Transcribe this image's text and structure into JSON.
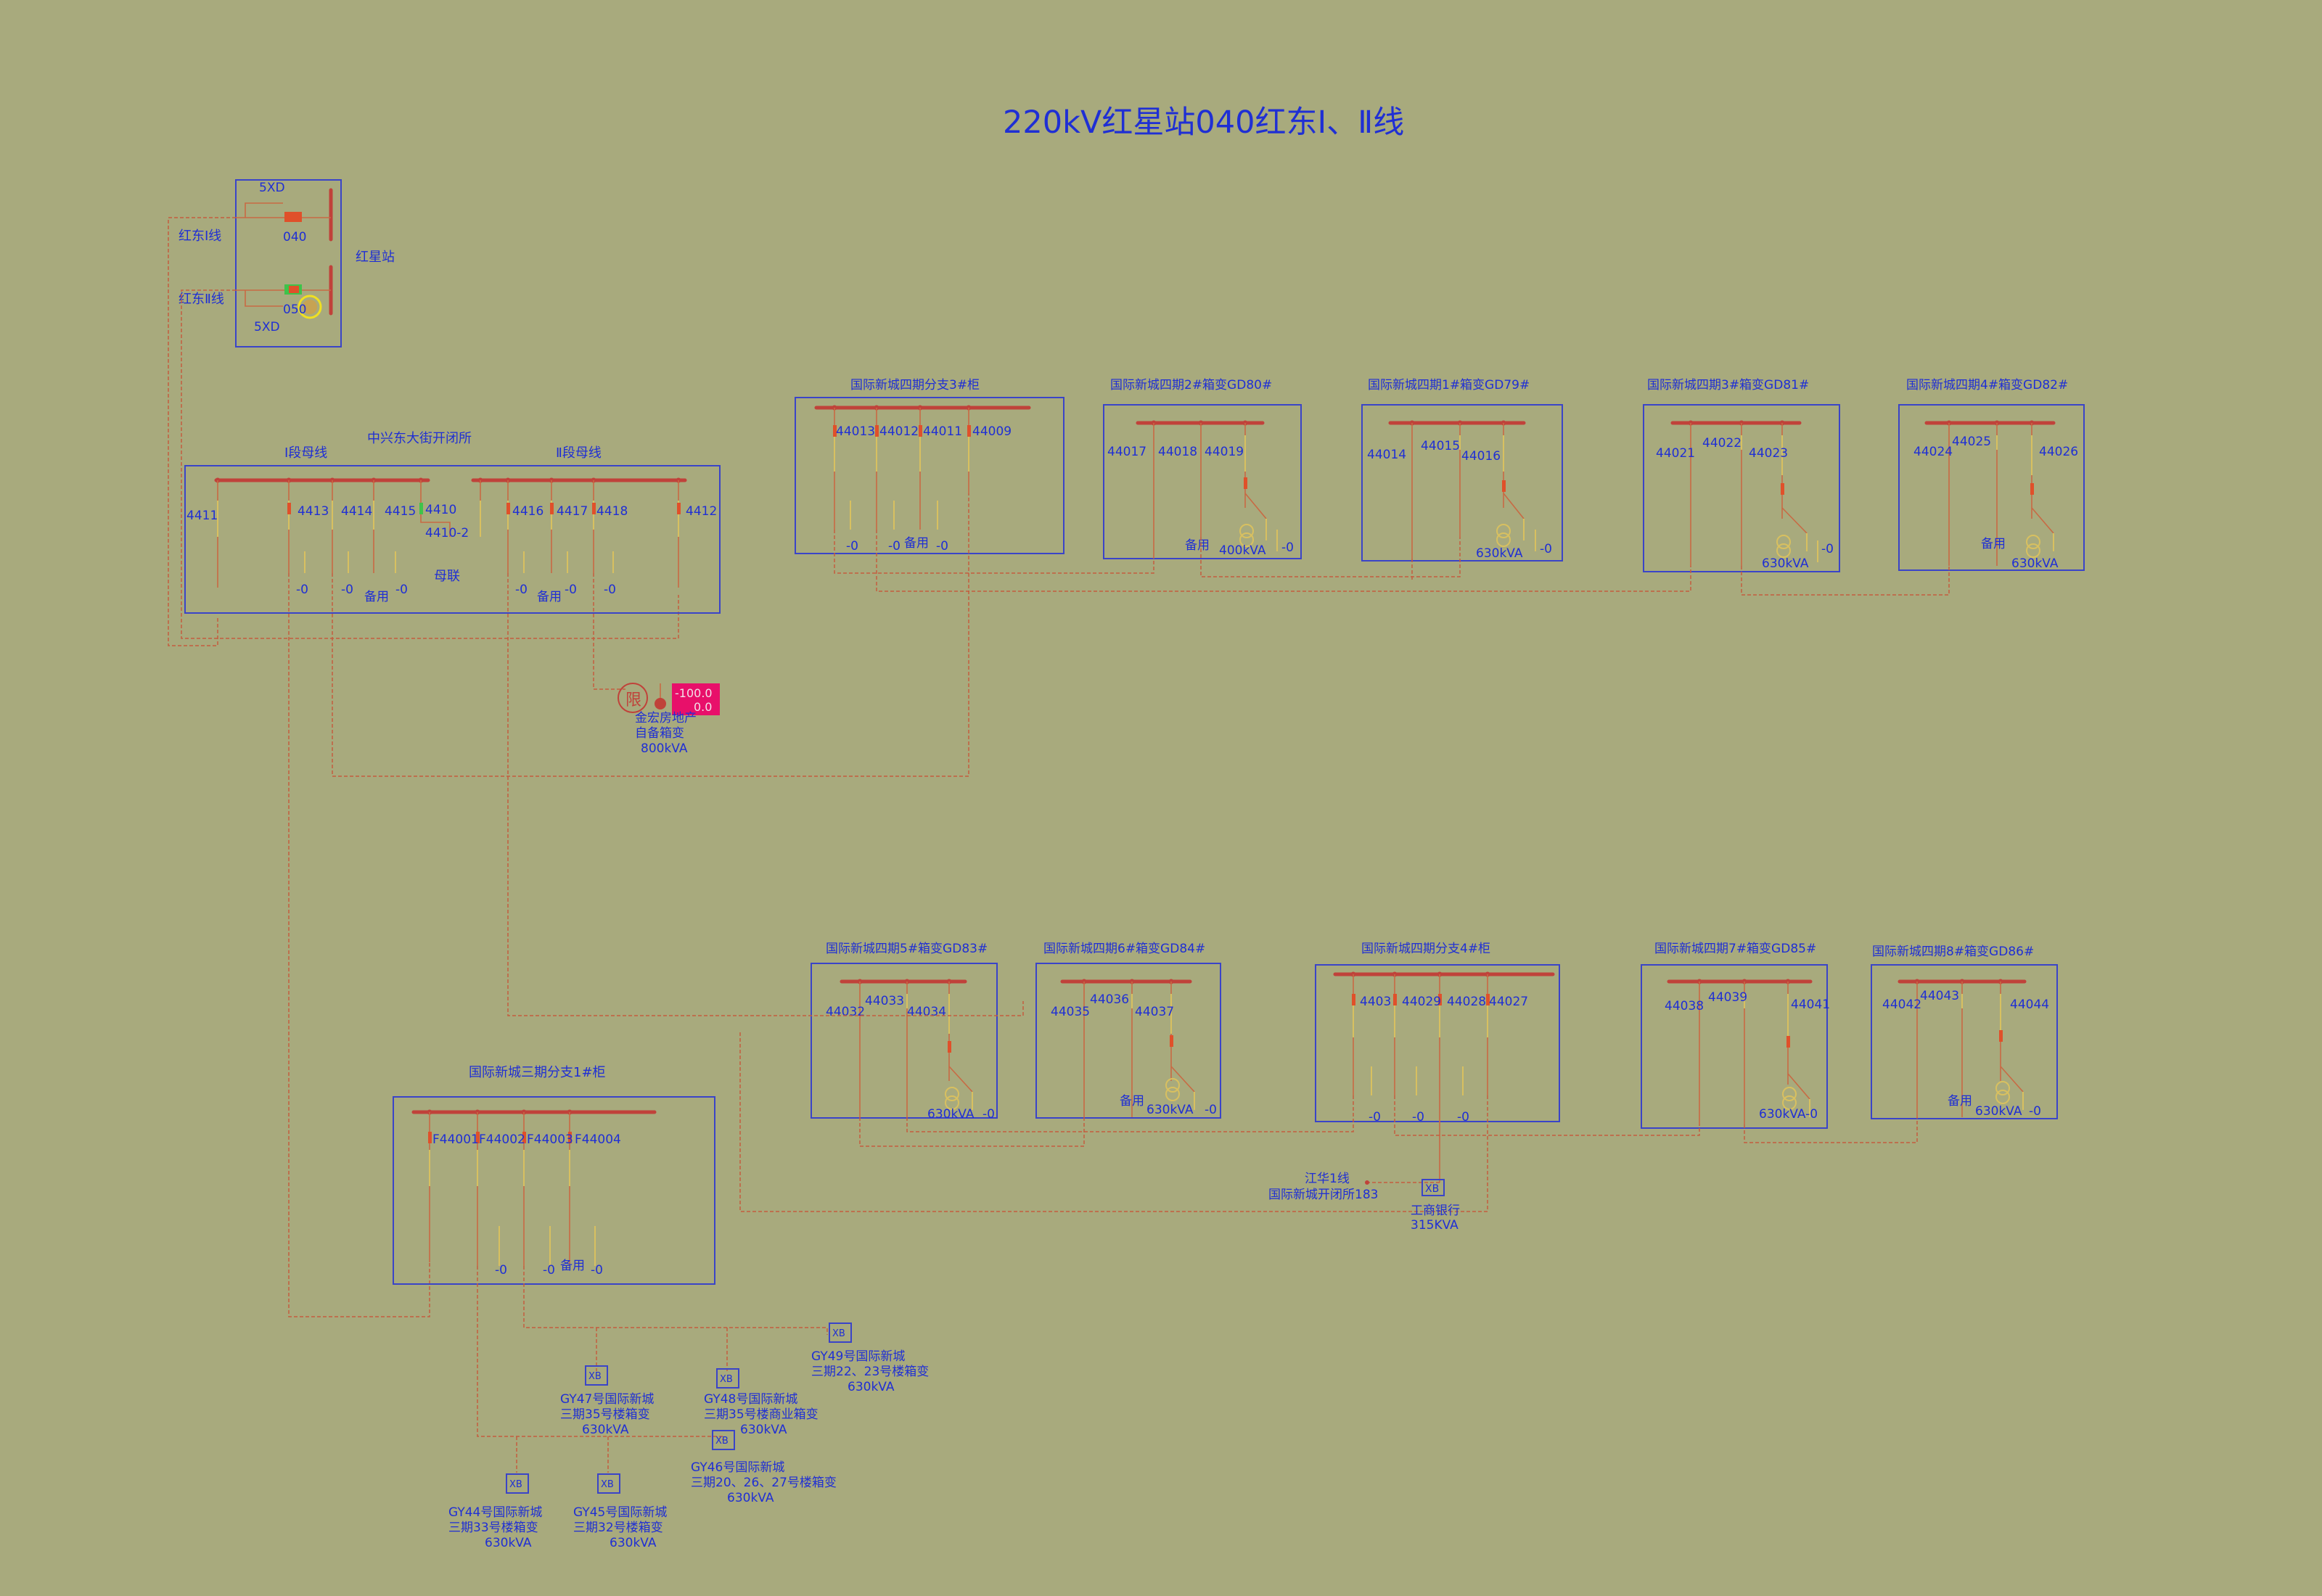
{
  "title": "220kV红星站040红东Ⅰ、Ⅱ线",
  "colors": {
    "background": "#a8aa7d",
    "label": "#1f2fd4",
    "frame": "#3a44c8",
    "busbar": "#c0423a",
    "feeder": "#c86a44",
    "breaker": "#e0502a",
    "connection": "#c45c3e",
    "equipment": "#d8c060",
    "alarm": "#e8106a"
  },
  "source_station": {
    "name": "红星站",
    "lines": [
      {
        "line": "红东Ⅰ线",
        "breaker": "040",
        "relay": "5XD"
      },
      {
        "line": "红东Ⅱ线",
        "breaker": "050",
        "relay": "5XD"
      }
    ]
  },
  "switch_station": {
    "name": "中兴东大街开闭所",
    "bus_1": "Ⅰ段母线",
    "bus_2": "Ⅱ段母线",
    "bus_coupler": "母联",
    "bays": [
      "4411",
      "4413",
      "4414",
      "4415",
      "4410",
      "4410-2",
      "4416",
      "4417",
      "4418",
      "4412"
    ],
    "marks": [
      "-0",
      "-0",
      "-0",
      "-0",
      "-0",
      "-0",
      "备用",
      "备用"
    ]
  },
  "private_transformer": {
    "name": "金宏房地产",
    "type": "自备箱变",
    "capacity": "800kVA",
    "alarm_value_1": "-100.0",
    "alarm_value_2": "0.0",
    "tag": "限"
  },
  "upper_cabinets": [
    {
      "name": "国际新城四期分支3#柜",
      "bays": [
        "44013",
        "44012",
        "44011",
        "44009"
      ],
      "marks": [
        "-0",
        "-0",
        "备用",
        "-0"
      ]
    },
    {
      "name": "国际新城四期2#箱变GD80#",
      "bays": [
        "44017",
        "44018",
        "44019"
      ],
      "spare": "备用",
      "capacity": "400kVA",
      "mark": "-0"
    },
    {
      "name": "国际新城四期1#箱变GD79#",
      "bays": [
        "44014",
        "44015",
        "44016"
      ],
      "capacity": "630kVA",
      "mark": "-0"
    },
    {
      "name": "国际新城四期3#箱变GD81#",
      "bays": [
        "44021",
        "44022",
        "44023"
      ],
      "capacity": "630kVA",
      "mark": "-0"
    },
    {
      "name": "国际新城四期4#箱变GD82#",
      "bays": [
        "44024",
        "44025",
        "44026"
      ],
      "spare": "备用",
      "capacity": "630kVA"
    }
  ],
  "lower_cabinets": [
    {
      "name": "国际新城四期5#箱变GD83#",
      "bays": [
        "44032",
        "44033",
        "44034"
      ],
      "capacity": "630kVA",
      "mark": "-0"
    },
    {
      "name": "国际新城四期6#箱变GD84#",
      "bays": [
        "44035",
        "44036",
        "44037"
      ],
      "spare": "备用",
      "capacity": "630kVA",
      "mark": "-0"
    },
    {
      "name": "国际新城四期分支4#柜",
      "bays": [
        "4403",
        "44029",
        "44028",
        "44027"
      ],
      "marks": [
        "-0",
        "-0",
        "-0"
      ]
    },
    {
      "name": "国际新城四期7#箱变GD85#",
      "bays": [
        "44038",
        "44039",
        "44041"
      ],
      "capacity": "630kVA-0"
    },
    {
      "name": "国际新城四期8#箱变GD86#",
      "bays": [
        "44042",
        "44043",
        "44044"
      ],
      "spare": "备用",
      "capacity": "630kVA",
      "mark": "-0"
    }
  ],
  "phase3_cabinet": {
    "name": "国际新城三期分支1#柜",
    "bays": [
      "F44001",
      "F44002",
      "F44003",
      "F44004"
    ],
    "marks": [
      "-0",
      "-0",
      "-0"
    ],
    "spare": "备用"
  },
  "jianghua": {
    "line": "江华1线",
    "station": "国际新城开闭所183"
  },
  "bank": {
    "name": "工商银行",
    "capacity": "315KVA",
    "tag": "XB"
  },
  "xb_tag": "XB",
  "box_transformers": [
    {
      "l1": "GY49号国际新城",
      "l2": "三期22、23号楼箱变",
      "cap": "630kVA"
    },
    {
      "l1": "GY47号国际新城",
      "l2": "三期35号楼箱变",
      "cap": "630kVA"
    },
    {
      "l1": "GY48号国际新城",
      "l2": "三期35号楼商业箱变",
      "cap": "630kVA"
    },
    {
      "l1": "GY46号国际新城",
      "l2": "三期20、26、27号楼箱变",
      "cap": "630kVA"
    },
    {
      "l1": "GY44号国际新城",
      "l2": "三期33号楼箱变",
      "cap": "630kVA"
    },
    {
      "l1": "GY45号国际新城",
      "l2": "三期32号楼箱变",
      "cap": "630kVA"
    }
  ]
}
